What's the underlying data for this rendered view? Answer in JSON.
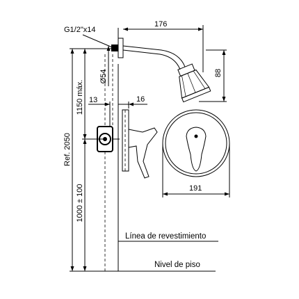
{
  "dimensions": {
    "thread": "G1/2\"x14",
    "arm_length": "176",
    "head_height": "88",
    "flange_diameter": "Ø54",
    "max_height": "1150 máx.",
    "reference_height": "Ref. 2050",
    "offset_13": "13",
    "offset_16": "16",
    "plate_diameter": "191",
    "valve_height": "1000 ± 100"
  },
  "labels": {
    "cladding_line": "Línea de revestimiento",
    "floor_level": "Nivel de piso"
  }
}
